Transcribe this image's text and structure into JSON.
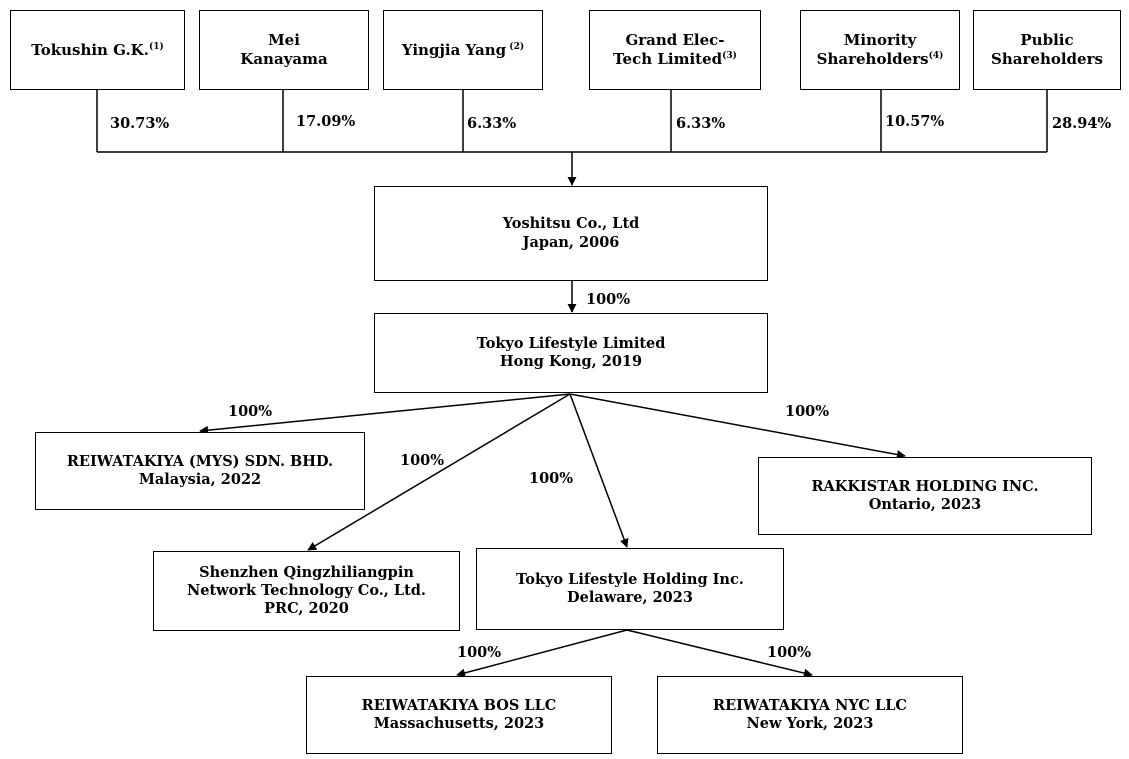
{
  "shareholders": [
    {
      "name_lines": [
        "Tokushin G.K."
      ],
      "sup": "(1)",
      "pct": "30.73%"
    },
    {
      "name_lines": [
        "Mei",
        "Kanayama"
      ],
      "sup": "",
      "pct": "17.09%"
    },
    {
      "name_lines": [
        "Yingjia Yang"
      ],
      "sup": " (2)",
      "pct": "6.33%"
    },
    {
      "name_lines": [
        "Grand Elec-",
        "Tech Limited"
      ],
      "sup": "(3)",
      "pct": "6.33%"
    },
    {
      "name_lines": [
        "Minority",
        "Shareholders"
      ],
      "sup": "(4)",
      "pct": "10.57%"
    },
    {
      "name_lines": [
        "Public",
        "Shareholders"
      ],
      "sup": "",
      "pct": "28.94%"
    }
  ],
  "entities": {
    "yoshitsu": {
      "name": "Yoshitsu Co., Ltd",
      "location": "Japan, 2006"
    },
    "tokyo_lifestyle": {
      "name": "Tokyo Lifestyle Limited",
      "location": "Hong Kong, 2019",
      "ownership": "100%"
    },
    "reiwatakiya_mys": {
      "name": "REIWATAKIYA (MYS) SDN. BHD.",
      "location": "Malaysia, 2022",
      "ownership": "100%"
    },
    "shenzhen": {
      "name_lines": [
        "Shenzhen Qingzhiliangpin",
        "Network Technology Co., Ltd."
      ],
      "location": "PRC, 2020",
      "ownership": "100%"
    },
    "tokyo_holding": {
      "name": "Tokyo Lifestyle Holding Inc.",
      "location": "Delaware, 2023",
      "ownership": "100%"
    },
    "rakkistar": {
      "name": "RAKKISTAR HOLDING INC.",
      "location": "Ontario, 2023",
      "ownership": "100%"
    },
    "reiwatakiya_bos": {
      "name": "REIWATAKIYA BOS LLC",
      "location": "Massachusetts, 2023",
      "ownership": "100%"
    },
    "reiwatakiya_nyc": {
      "name": "REIWATAKIYA NYC LLC",
      "location": "New York, 2023",
      "ownership": "100%"
    }
  }
}
